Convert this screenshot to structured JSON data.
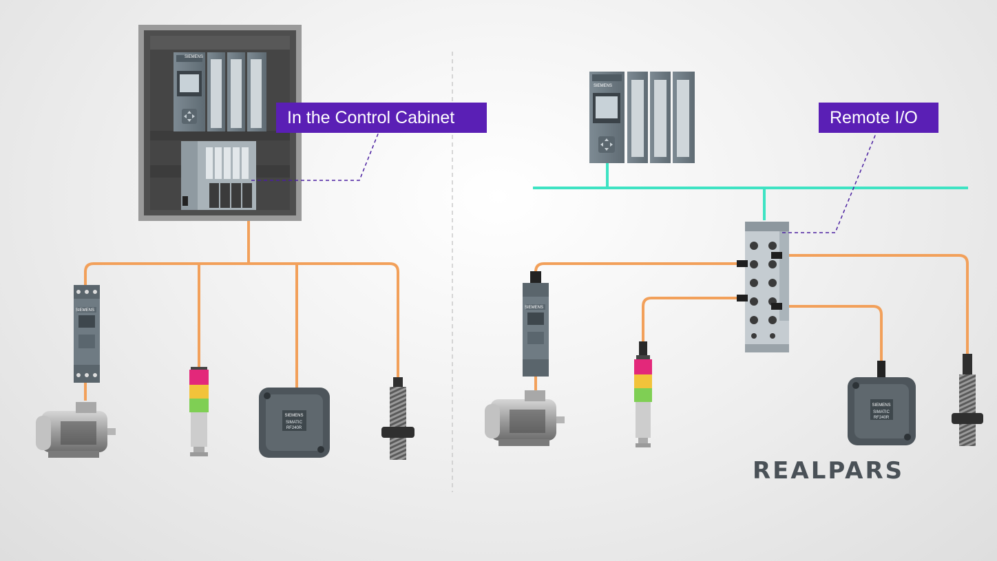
{
  "labels": {
    "control_cabinet": "In the Control Cabinet",
    "remote_io": "Remote I/O"
  },
  "device_text": {
    "brand": "SIEMENS",
    "rfid_model_line1": "SIMATIC",
    "rfid_model_line2": "RF240R"
  },
  "logo": {
    "text": "REALPARS"
  },
  "colors": {
    "callout_bg": "#5a1fb5",
    "callout_text": "#ffffff",
    "io_cable": "#f2a05a",
    "network_cable": "#3ee3c3",
    "leader_line": "#4a1fa0",
    "logo_text": "#4a5157",
    "cabinet_frame": "#9a9a9a",
    "cabinet_inner": "#4e4e4e"
  }
}
